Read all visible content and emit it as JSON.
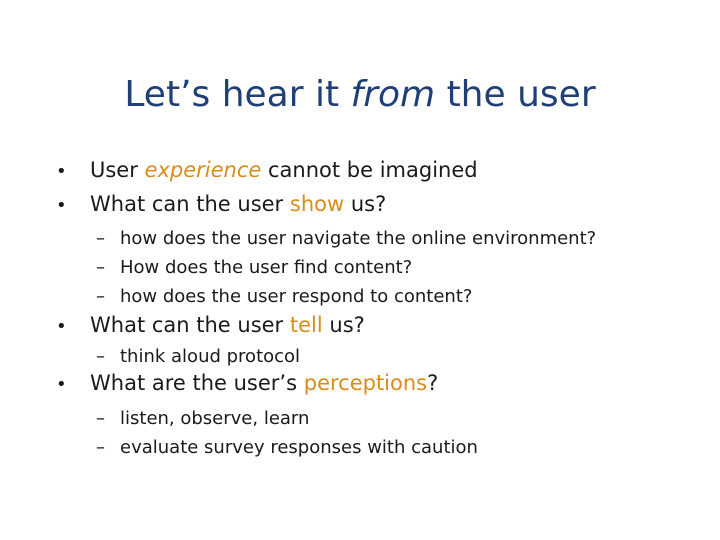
{
  "slide": {
    "title": {
      "pre": "Let’s hear it ",
      "em": "from",
      "post": " the user"
    },
    "bullet_symbol": "•",
    "dash_symbol": "–",
    "colors": {
      "title": "#1f3f78",
      "highlight": "#d98c1a",
      "text": "#1a1a1a"
    },
    "items": [
      {
        "pre": "User ",
        "hl": "experience",
        "post": " cannot be imagined"
      },
      {
        "pre": "What can the user ",
        "hl": "show",
        "post": " us?"
      },
      {
        "sub": [
          "how does the user navigate the online environment?",
          "How does the user find content?",
          "how does the user respond to content?"
        ]
      },
      {
        "pre": "What can the user ",
        "hl": "tell",
        "post": " us?"
      },
      {
        "sub": [
          "think aloud protocol"
        ]
      },
      {
        "pre": "What are the user’s ",
        "hl": "perceptions",
        "post": "?"
      },
      {
        "sub": [
          "listen, observe, learn",
          "evaluate survey responses with caution"
        ]
      }
    ]
  }
}
